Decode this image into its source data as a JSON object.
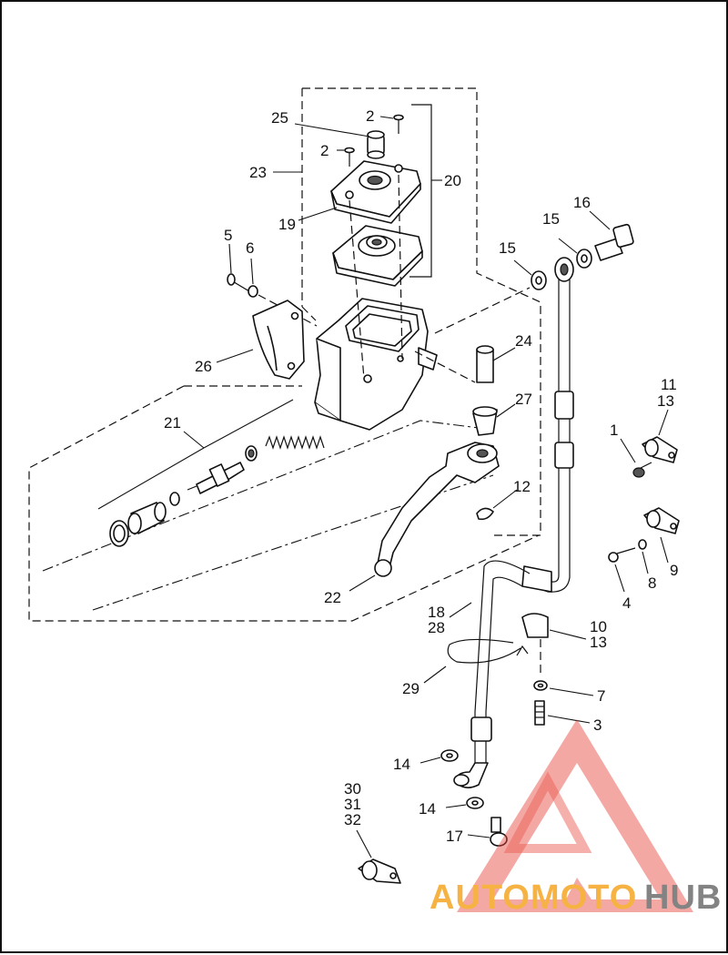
{
  "diagram": {
    "callouts": [
      {
        "id": "c25",
        "text": "25"
      },
      {
        "id": "c2a",
        "text": "2"
      },
      {
        "id": "c2b",
        "text": "2"
      },
      {
        "id": "c23",
        "text": "23"
      },
      {
        "id": "c20",
        "text": "20"
      },
      {
        "id": "c19",
        "text": "19"
      },
      {
        "id": "c5",
        "text": "5"
      },
      {
        "id": "c6",
        "text": "6"
      },
      {
        "id": "c16",
        "text": "16"
      },
      {
        "id": "c15a",
        "text": "15"
      },
      {
        "id": "c15b",
        "text": "15"
      },
      {
        "id": "c24",
        "text": "24"
      },
      {
        "id": "c26",
        "text": "26"
      },
      {
        "id": "c27",
        "text": "27"
      },
      {
        "id": "c11",
        "text": "11"
      },
      {
        "id": "c13a",
        "text": "13"
      },
      {
        "id": "c21",
        "text": "21"
      },
      {
        "id": "c1",
        "text": "1"
      },
      {
        "id": "c12",
        "text": "12"
      },
      {
        "id": "c9",
        "text": "9"
      },
      {
        "id": "c8",
        "text": "8"
      },
      {
        "id": "c4",
        "text": "4"
      },
      {
        "id": "c22",
        "text": "22"
      },
      {
        "id": "c18",
        "text": "18"
      },
      {
        "id": "c28",
        "text": "28"
      },
      {
        "id": "c10",
        "text": "10"
      },
      {
        "id": "c13b",
        "text": "13"
      },
      {
        "id": "c29",
        "text": "29"
      },
      {
        "id": "c7",
        "text": "7"
      },
      {
        "id": "c3",
        "text": "3"
      },
      {
        "id": "c14a",
        "text": "14"
      },
      {
        "id": "c30",
        "text": "30"
      },
      {
        "id": "c31",
        "text": "31"
      },
      {
        "id": "c14b",
        "text": "14"
      },
      {
        "id": "c32",
        "text": "32"
      },
      {
        "id": "c17",
        "text": "17"
      }
    ],
    "watermark": {
      "brand_a": "AUTOMOTO",
      "brand_b": "HUB",
      "color_a": "#f5a623",
      "color_b": "#6e6e6e",
      "triangle_color": "#e8463c"
    }
  }
}
